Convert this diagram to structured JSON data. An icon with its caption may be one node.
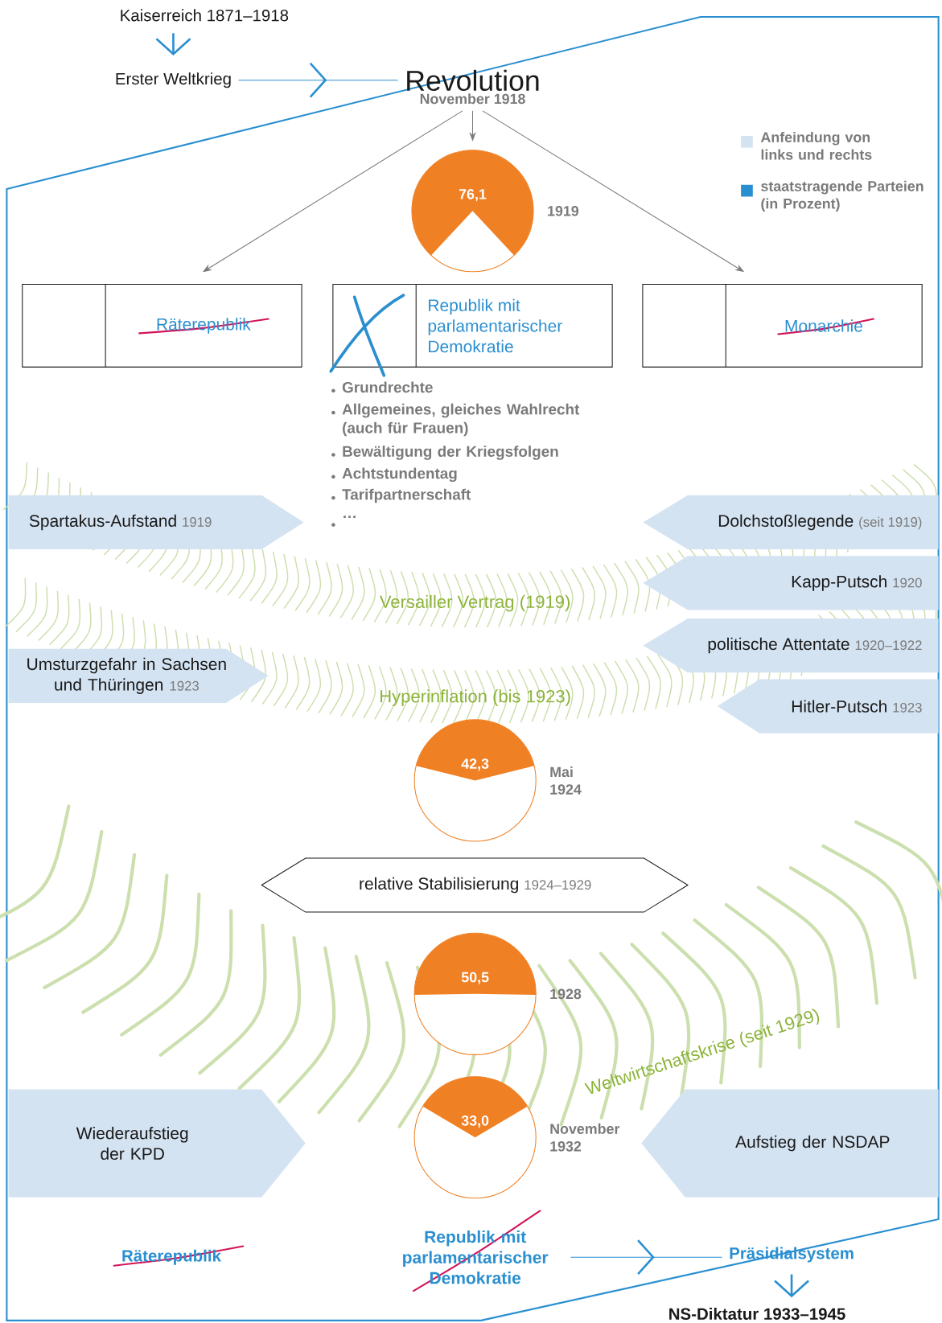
{
  "diagram": {
    "nodes": [
      {
        "text": [
          "Kaiserreich 1871–1918"
        ]
      },
      {
        "text": [
          "Erster Weltkrieg"
        ]
      },
      {
        "text": [
          "Revolution",
          "November 1918"
        ]
      },
      {
        "text": [
          "76,1"
        ],
        "beside": [
          "1919"
        ]
      },
      {
        "text": [
          "Räterepublik"
        ]
      },
      {
        "text": [
          "Republik mit parlamentarischer Demokratie"
        ]
      },
      {
        "text": [
          "Monarchie"
        ]
      },
      {
        "text": [
          "Spartakus-Aufstand",
          "1919"
        ]
      },
      {
        "text": [
          "Dolchstoßlegende",
          "(seit 1919)"
        ]
      },
      {
        "text": [
          "Kapp-Putsch",
          "1920"
        ]
      },
      {
        "text": [
          "politische Attentate",
          "1920–1922"
        ]
      },
      {
        "text": [
          "Umsturzgefahr in Sachsen und Thüringen",
          "1923"
        ]
      },
      {
        "text": [
          "Hitler-Putsch",
          "1923"
        ]
      },
      {
        "text": [
          "42,3"
        ],
        "beside": [
          "Mai 1924"
        ]
      },
      {
        "text": [
          "relative Stabilisierung",
          "1924–1929"
        ]
      },
      {
        "text": [
          "50,5"
        ],
        "beside": [
          "1928"
        ]
      },
      {
        "text": [
          "Wiederaufstieg der KPD"
        ]
      },
      {
        "text": [
          "33,0"
        ],
        "beside": [
          "November 1932"
        ]
      },
      {
        "text": [
          "Aufstieg der NSDAP"
        ]
      },
      {
        "text": [
          "Räterepublik"
        ]
      },
      {
        "text": [
          "Republik mit parlamentarischer Demokratie"
        ]
      },
      {
        "text": [
          "Präsidialsystem"
        ]
      },
      {
        "text": [
          "NS-Diktatur 1933–1945"
        ]
      }
    ],
    "edges": [
      {
        "from": 0,
        "to": 1,
        "arrow": "to"
      },
      {
        "from": 1,
        "to": 2,
        "arrow": "to"
      },
      {
        "from": 2,
        "to": 4,
        "arrow": "to",
        "color": "#7a7a7a"
      },
      {
        "from": 2,
        "to": 3,
        "arrow": "to",
        "color": "#7a7a7a"
      },
      {
        "from": 2,
        "to": 6,
        "arrow": "to",
        "color": "#7a7a7a"
      },
      {
        "from": 20,
        "to": 21,
        "arrow": "to"
      },
      {
        "from": 21,
        "to": 22,
        "arrow": "to"
      }
    ],
    "labels": [
      "Grundrechte",
      "Allgemeines, gleiches Wahlrecht (auch für Frauen)",
      "Bewältigung der Kriegsfolgen",
      "Achtstundentag",
      "Tarifpartnerschaft",
      "…",
      "Versailler Vertrag (1919)",
      "Hyperinflation (bis 1923)",
      "Weltwirtschaftskrise (seit 1929)"
    ],
    "legend": [
      {
        "text": "Anfeindung von links und rechts",
        "color": "#d4e3f2"
      },
      {
        "text": "staatstragende Parteien (in Prozent)",
        "color": "#2a8fd0"
      }
    ]
  }
}
